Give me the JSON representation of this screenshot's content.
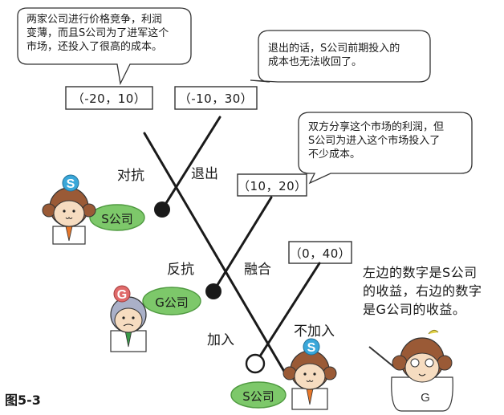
{
  "bubbles": [
    {
      "lines": [
        "两家公司进行价格竞争，利润",
        "变薄，而且S公司为了进军这个",
        "市场，还投入了很高的成本。"
      ]
    },
    {
      "lines": [
        "退出的话，S公司前期投入的",
        "成本也无法收回了。"
      ]
    },
    {
      "lines": [
        "双方分享这个市场的利润，但",
        "S公司为进入这个市场投入了",
        "不少成本。"
      ]
    }
  ],
  "payoffs": [
    "（-20，10）",
    "（-10，30）",
    "（10，20）",
    "（0，40）"
  ],
  "branches": {
    "fight": "对抗",
    "exit": "退出",
    "counter": "反抗",
    "merge": "融合",
    "enter": "加入",
    "not_enter": "不加入"
  },
  "nodes": {
    "s_upper": "S公司",
    "g_middle": "G公司",
    "s_lower": "S公司"
  },
  "characters": {
    "s_badge": "S",
    "g_badge": "G"
  },
  "note": [
    "左边的数字是S公司",
    "的收益，右边的数字",
    "是G公司的收益。"
  ],
  "figure_label": "图5-3",
  "colors": {
    "node_green": "#7dc86a",
    "node_green_edge": "#4f9a40",
    "s_badge": "#3aa7d9",
    "g_badge": "#e06a6a",
    "hair": "#9a5a36",
    "face": "#f6dcc0",
    "line": "#1a1a1a"
  }
}
